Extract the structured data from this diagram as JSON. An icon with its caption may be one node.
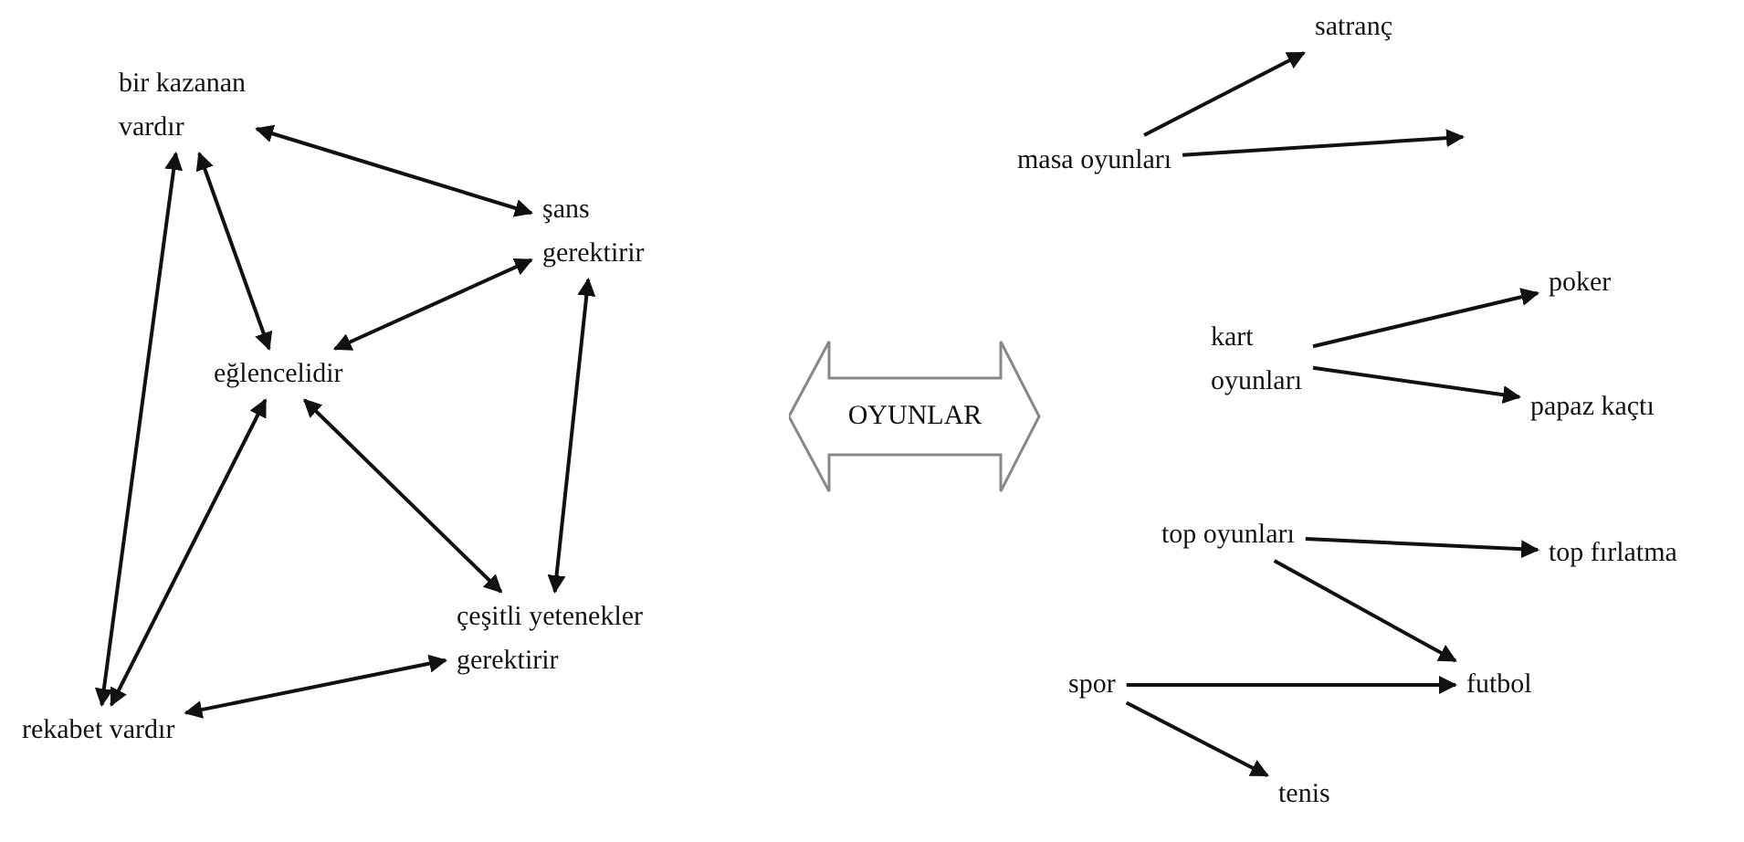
{
  "diagram": {
    "nodes": [
      {
        "text": [
          "bir kazanan vardır"
        ]
      },
      {
        "text": [
          "şans gerektirir"
        ]
      },
      {
        "text": [
          "eğlencelidir"
        ]
      },
      {
        "text": [
          "çeşitli yetenekler gerektirir"
        ]
      },
      {
        "text": [
          "rekabet vardır"
        ]
      },
      {
        "text": [
          "OYUNLAR"
        ]
      },
      {
        "text": [
          "masa oyunları"
        ]
      },
      {
        "text": [
          "satranç"
        ]
      },
      {
        "text": [
          "kart oyunları"
        ]
      },
      {
        "text": [
          "poker"
        ]
      },
      {
        "text": [
          "papaz kaçtı"
        ]
      },
      {
        "text": [
          "top oyunları"
        ]
      },
      {
        "text": [
          "top fırlatma"
        ]
      },
      {
        "text": [
          "spor"
        ]
      },
      {
        "text": [
          "futbol"
        ]
      },
      {
        "text": [
          "tenis"
        ]
      }
    ],
    "edges": [
      {
        "from": 0,
        "to": 1,
        "arrow": "both"
      },
      {
        "from": 0,
        "to": 2,
        "arrow": "both"
      },
      {
        "from": 0,
        "to": 4,
        "arrow": "both"
      },
      {
        "from": 1,
        "to": 2,
        "arrow": "both"
      },
      {
        "from": 1,
        "to": 3,
        "arrow": "both"
      },
      {
        "from": 2,
        "to": 3,
        "arrow": "both"
      },
      {
        "from": 2,
        "to": 4,
        "arrow": "both"
      },
      {
        "from": 4,
        "to": 3,
        "arrow": "both"
      },
      {
        "from": 6,
        "to": 7,
        "arrow": "to"
      },
      {
        "from": 6,
        "to": null,
        "arrow": "to"
      },
      {
        "from": 8,
        "to": 9,
        "arrow": "to"
      },
      {
        "from": 8,
        "to": 10,
        "arrow": "to"
      },
      {
        "from": 11,
        "to": 12,
        "arrow": "to"
      },
      {
        "from": 11,
        "to": 14,
        "arrow": "to"
      },
      {
        "from": 13,
        "to": 14,
        "arrow": "to"
      },
      {
        "from": 13,
        "to": 15,
        "arrow": "to"
      }
    ]
  }
}
